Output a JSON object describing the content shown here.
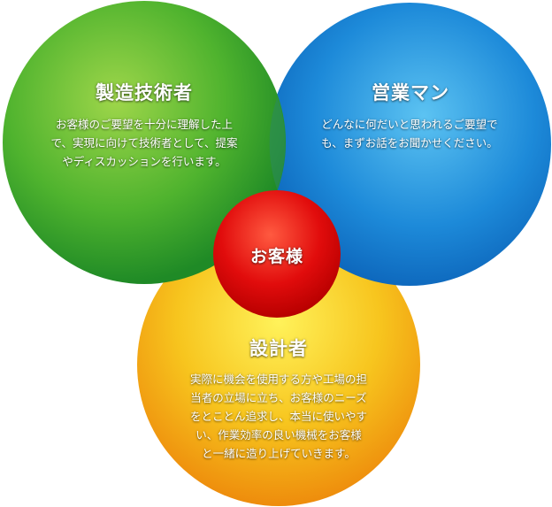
{
  "circles": {
    "engineer": {
      "title": "製造技術者",
      "body": "お客様のご要望を十分に理解した上\nで、実現に向けて技術者として、提案\nやディスカッションを行います。",
      "color": "#3caa2e"
    },
    "sales": {
      "title": "営業マン",
      "body": "どんなに何だいと思われるご要望で\nも、まずお話をお聞かせください。",
      "color": "#1a82d6"
    },
    "designer": {
      "title": "設計者",
      "body": "実際に機会を使用する方や工場の担\n当者の立場に立ち、お客様のニーズ\nをとことん追求し、本当に使いやす\nい、作業効率の良い機械をお客様\nと一緒に造り上げていきます。",
      "color": "#f3a814"
    },
    "customer": {
      "title": "お客様",
      "color": "#dd0a0a"
    }
  }
}
